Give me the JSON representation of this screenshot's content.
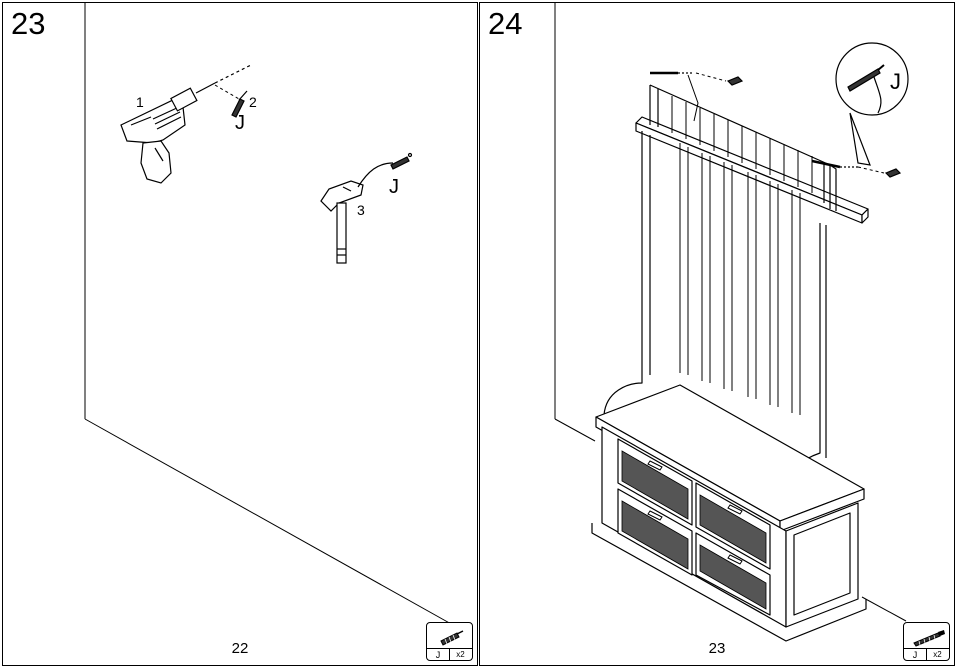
{
  "steps": [
    {
      "step_number": "23",
      "page_number": "22",
      "callouts": {
        "drill": "1",
        "anchor": "2",
        "hammer": "3"
      },
      "part_labels": {
        "anchor_part": "J",
        "hammer_part": "J"
      },
      "hardware": {
        "part": "J",
        "quantity": "x2"
      }
    },
    {
      "step_number": "24",
      "page_number": "23",
      "part_labels": {
        "detail_part": "J"
      },
      "hardware": {
        "part": "J",
        "quantity": "x2"
      }
    }
  ]
}
